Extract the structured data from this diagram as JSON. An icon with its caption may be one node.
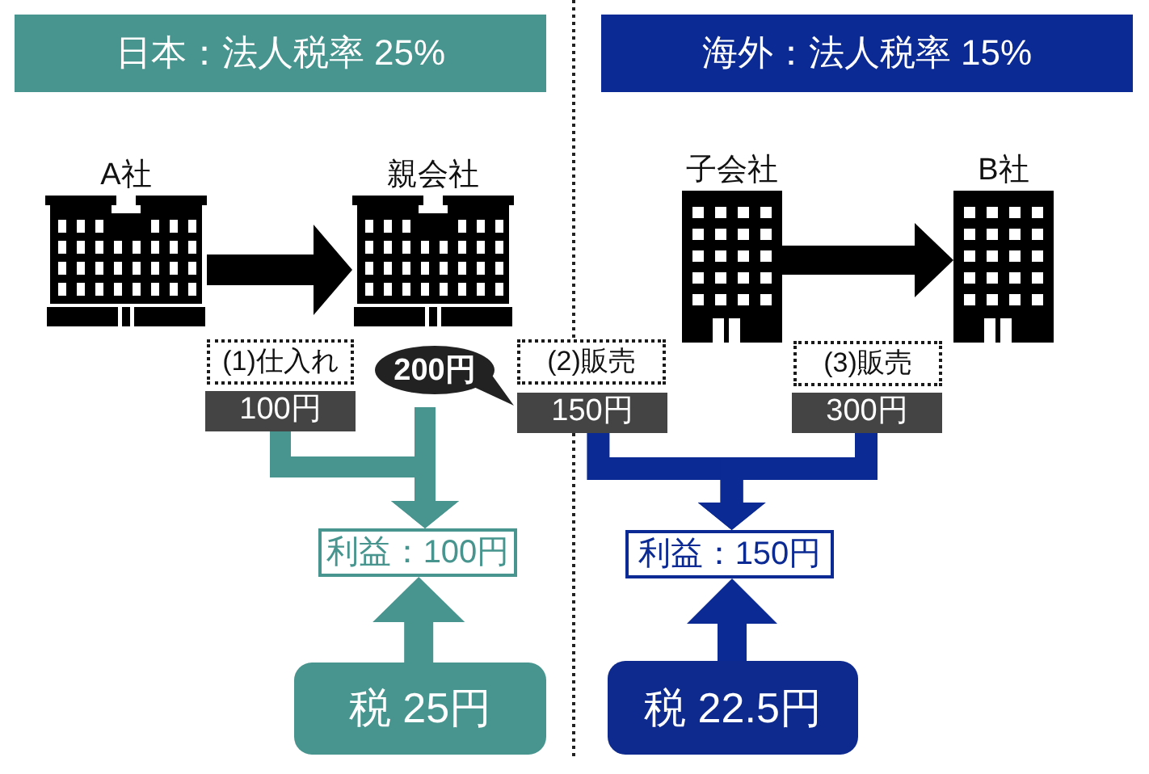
{
  "diagram": {
    "nodes": [
      {
        "text": [
          "日本：法人税率 25%"
        ]
      },
      {
        "text": [
          "海外：法人税率 15%"
        ]
      },
      {
        "text": [
          "A社"
        ]
      },
      {
        "text": [
          "親会社"
        ]
      },
      {
        "text": [
          "子会社"
        ]
      },
      {
        "text": [
          "B社"
        ]
      },
      {
        "text": [
          "(1)仕入れ"
        ]
      },
      {
        "text": [
          "100円"
        ]
      },
      {
        "text": [
          "200円"
        ]
      },
      {
        "text": [
          "(2)販売"
        ]
      },
      {
        "text": [
          "150円"
        ]
      },
      {
        "text": [
          "(3)販売"
        ]
      },
      {
        "text": [
          "300円"
        ]
      },
      {
        "text": [
          "利益：100円"
        ]
      },
      {
        "text": [
          "利益：150円"
        ]
      },
      {
        "text": [
          "税 25円"
        ]
      },
      {
        "text": [
          "税 22.5円"
        ]
      }
    ],
    "edges": [
      {
        "from": 2,
        "to": 3,
        "arrow": "to",
        "color": "#000000"
      },
      {
        "from": 4,
        "to": 5,
        "arrow": "to",
        "color": "#000000"
      },
      {
        "from": 7,
        "to": 13,
        "arrow": "to",
        "color": "#47958e"
      },
      {
        "from": 8,
        "to": 13,
        "arrow": "to",
        "color": "#47958e"
      },
      {
        "from": 10,
        "to": 14,
        "arrow": "to",
        "color": "#0b2a93"
      },
      {
        "from": 12,
        "to": 14,
        "arrow": "to",
        "color": "#0b2a93"
      },
      {
        "from": 15,
        "to": 13,
        "arrow": "to",
        "color": "#47958e"
      },
      {
        "from": 16,
        "to": 14,
        "arrow": "to",
        "color": "#0b2a93"
      }
    ]
  }
}
